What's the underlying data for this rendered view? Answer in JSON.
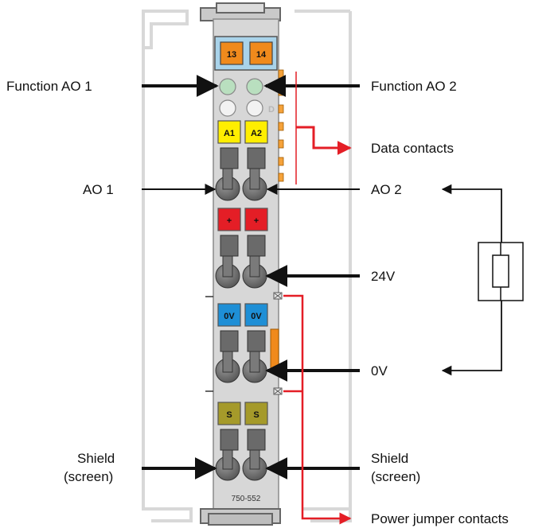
{
  "terminal_labels": {
    "top_left": "13",
    "top_right": "14",
    "row_a_left": "A1",
    "row_a_right": "A2",
    "row_plus_left": "+",
    "row_plus_right": "+",
    "row_zero_left": "0V",
    "row_zero_right": "0V",
    "row_s_left": "S",
    "row_s_right": "S",
    "led_letter": "D"
  },
  "model_number": "750-552",
  "callouts": {
    "function_ao1": "Function AO 1",
    "function_ao2": "Function AO 2",
    "data_contacts": "Data contacts",
    "ao1": "AO 1",
    "ao2": "AO 2",
    "v24": "24V",
    "v0": "0V",
    "shield_left_line1": "Shield",
    "shield_left_line2": "(screen)",
    "shield_right_line1": "Shield",
    "shield_right_line2": "(screen)",
    "power_jumper": "Power jumper contacts"
  },
  "colors": {
    "orange_tag": "#f08a1c",
    "yellow_tag": "#ffee00",
    "red_tag": "#e41e26",
    "blue_tag": "#1e8fd6",
    "olive_tag": "#a59a2a",
    "led_green": "#b9dfbf",
    "callout_red": "#e41e26",
    "housing_gray": "#d5d5d5",
    "dark_gray": "#6a6a6a"
  }
}
